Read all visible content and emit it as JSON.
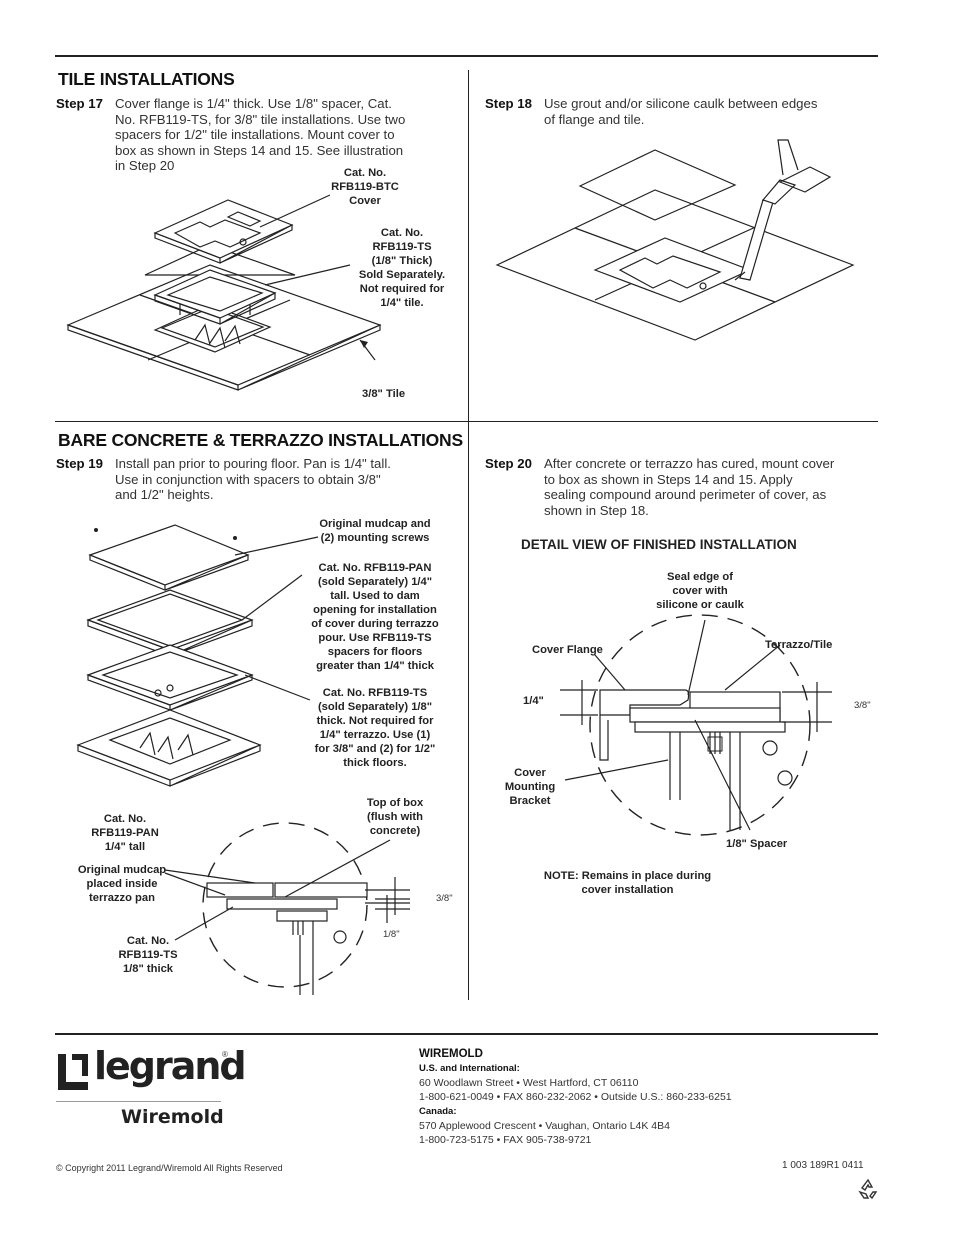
{
  "tile": {
    "heading": "TILE INSTALLATIONS",
    "step17": {
      "num": "Step 17",
      "lines": [
        "Cover flange is 1/4\" thick. Use 1/8\" spacer, Cat.",
        "No. RFB119-TS, for 3/8\" tile installations. Use two",
        "spacers for 1/2\" tile installations. Mount cover to",
        "box as shown in Steps 14 and 15. See illustration",
        "in Step 20"
      ]
    },
    "step18": {
      "num": "Step 18",
      "lines": [
        "Use grout and/or silicone caulk between edges",
        "of flange and tile."
      ]
    },
    "callouts": {
      "cover": [
        "Cat. No.",
        "RFB119-BTC",
        "Cover"
      ],
      "spacer": [
        "Cat. No.",
        "RFB119-TS",
        "(1/8\" Thick)",
        "Sold Separately.",
        "Not required for",
        "1/4\" tile."
      ],
      "tile": "3/8\" Tile"
    }
  },
  "concrete": {
    "heading": "BARE CONCRETE & TERRAZZO INSTALLATIONS",
    "step19": {
      "num": "Step 19",
      "lines": [
        "Install pan prior to pouring floor. Pan is 1/4\" tall.",
        "Use in conjunction with spacers to obtain 3/8\"",
        "and 1/2\" heights."
      ]
    },
    "step20": {
      "num": "Step 20",
      "lines": [
        "After concrete or terrazzo has cured, mount cover",
        "to box as shown in Steps 14 and 15. Apply",
        "sealing compound around perimeter of cover, as",
        "shown in Step 18."
      ]
    },
    "callouts": {
      "mudcap": [
        "Original mudcap and",
        "(2) mounting screws"
      ],
      "pan": [
        "Cat. No. RFB119-PAN",
        "(sold Separately) 1/4\"",
        "tall. Used to dam",
        "opening for installation",
        "of cover during terrazzo",
        "pour. Use RFB119-TS",
        "spacers for floors",
        "greater than 1/4\" thick"
      ],
      "ts": [
        "Cat. No. RFB119-TS",
        "(sold Separately) 1/8\"",
        "thick. Not required for",
        "1/4\" terrazzo. Use (1)",
        "for 3/8\" and (2) for 1/2\"",
        "thick floors."
      ],
      "top_of_box": [
        "Top of box",
        "(flush with",
        "concrete)"
      ],
      "pan_small": [
        "Cat. No.",
        "RFB119-PAN",
        "1/4\" tall"
      ],
      "mudcap_inside": [
        "Original mudcap",
        "placed inside",
        "terrazzo pan"
      ],
      "ts_small": [
        "Cat. No.",
        "RFB119-TS",
        "1/8\" thick"
      ],
      "dim_38": "3/8\"",
      "dim_18": "1/8\""
    },
    "detail": {
      "title": "DETAIL VIEW OF FINISHED INSTALLATION",
      "seal": [
        "Seal edge of",
        "cover with",
        "silicone or caulk"
      ],
      "cover_flange": "Cover Flange",
      "terrazzo_tile": "Terrazzo/Tile",
      "dim_14": "1/4\"",
      "dim_38": "3/8\"",
      "bracket": [
        "Cover",
        "Mounting",
        "Bracket"
      ],
      "spacer": "1/8\" Spacer",
      "note": [
        "NOTE: Remains in place during",
        "cover installation"
      ]
    }
  },
  "footer": {
    "brand": "legrand",
    "registered": "®",
    "sub_brand": "Wiremold",
    "company": "WIREMOLD",
    "us_label": "U.S. and International:",
    "us_address": "60 Woodlawn Street  •  West Hartford, CT 06110",
    "us_phone": "1-800-621-0049  •  FAX 860-232-2062  •  Outside U.S.: 860-233-6251",
    "canada_label": "Canada:",
    "canada_address": "570 Applewood Crescent  •  Vaughan, Ontario L4K 4B4",
    "canada_phone": "1-800-723-5175  •  FAX 905-738-9721",
    "copyright": "© Copyright 2011   Legrand/Wiremold   All Rights Reserved",
    "doc_number": "1 003 189R1  0411"
  }
}
